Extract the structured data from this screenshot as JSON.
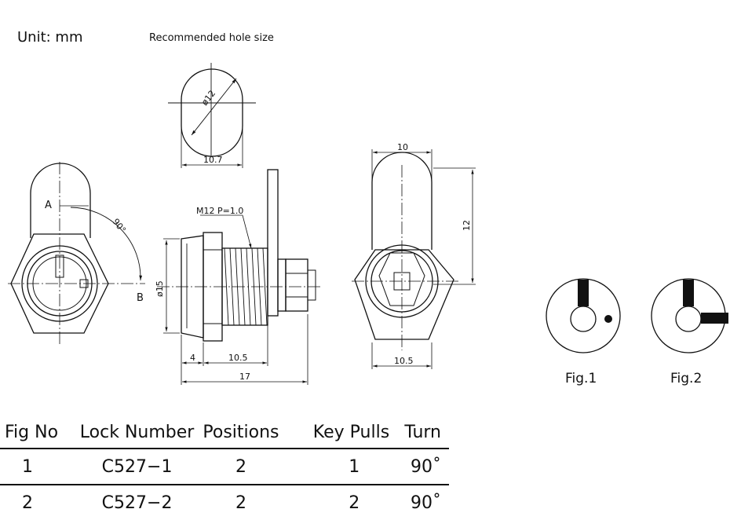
{
  "notes": {
    "unit": "Unit:  mm",
    "hole_title": "Recommended  hole  size"
  },
  "dims": {
    "hole_diameter": "ø12",
    "hole_flat": "10.7",
    "angle": "90°",
    "point_a": "A",
    "point_b": "B",
    "thread": "M12  P=1.0",
    "body_diameter": "ø15",
    "flange": "4",
    "thread_len": "10.5",
    "overall_len": "17",
    "rear_width": "10",
    "rear_height": "12",
    "rear_flat": "10.5"
  },
  "figures": {
    "fig1": "Fig.1",
    "fig2": "Fig.2"
  },
  "table": {
    "headers": [
      "Fig  No",
      "Lock  Number",
      "Positions",
      "Key  Pulls",
      "Turn"
    ],
    "rows": [
      [
        "1",
        "C527−1",
        "2",
        "1",
        "90˚"
      ],
      [
        "2",
        "C527−2",
        "2",
        "2",
        "90˚"
      ]
    ]
  }
}
